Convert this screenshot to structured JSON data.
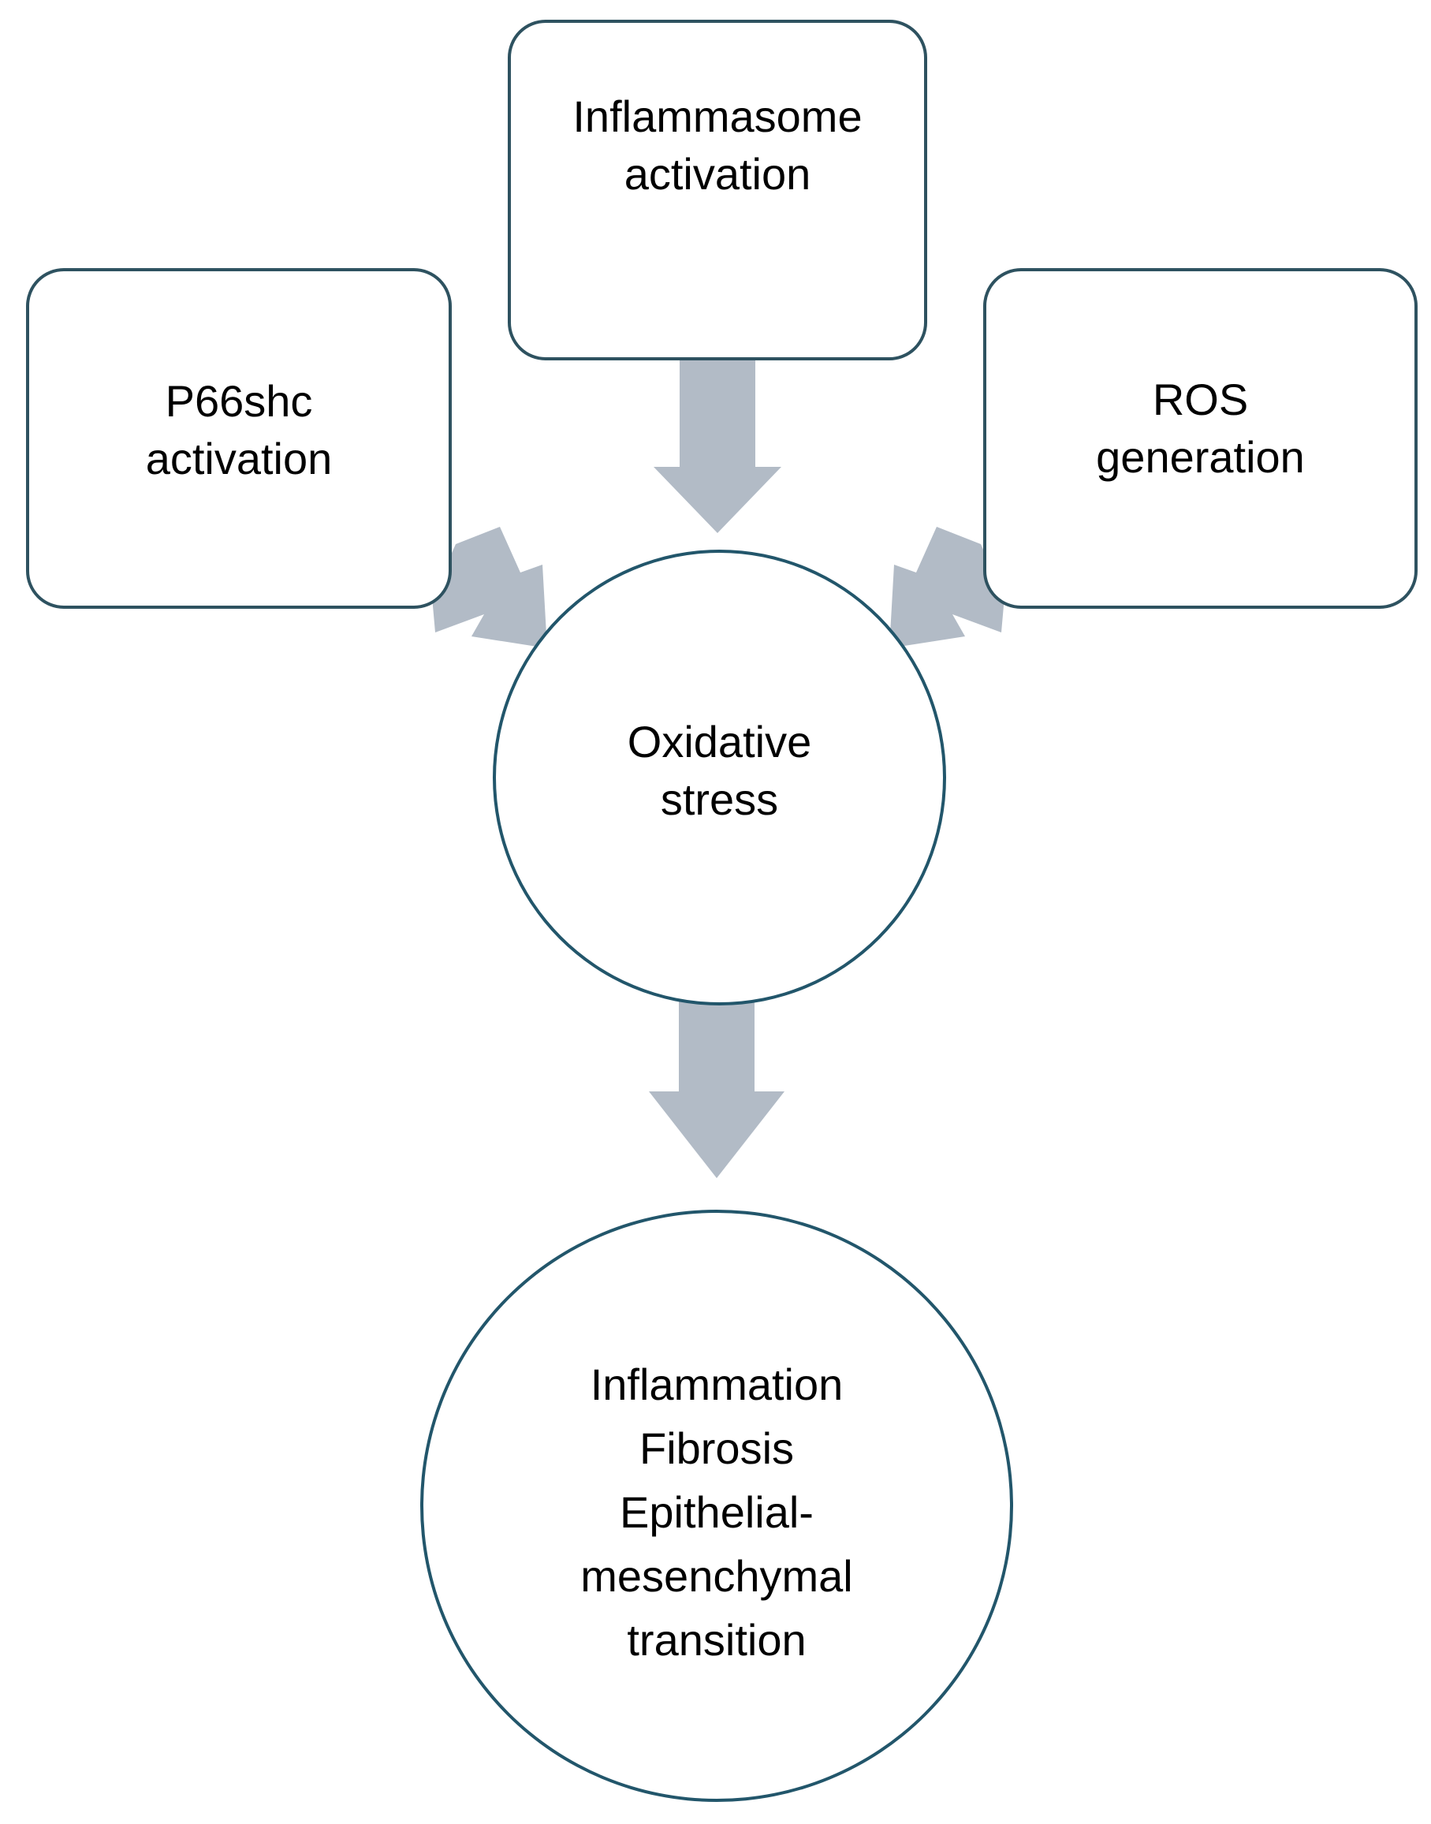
{
  "diagram": {
    "title": "Oxidative stress pathway flow diagram",
    "background_color": "#ffffff",
    "node_border_color": "#2e5260",
    "arrow_color": "#b2bbc6",
    "text_color": "#000000",
    "nodes": {
      "inflammasome": {
        "label": "Inflammasome\nactivation",
        "shape": "rounded-rectangle"
      },
      "p66shc": {
        "label": "P66shc\nactivation",
        "shape": "rounded-rectangle"
      },
      "ros": {
        "label": "ROS\ngeneration",
        "shape": "rounded-rectangle"
      },
      "oxidative_stress": {
        "label": "Oxidative\nstress",
        "shape": "circle"
      },
      "outcomes": {
        "label": "Inflammation\nFibrosis\nEpithelial-\nmesenchymal\ntransition",
        "shape": "circle"
      }
    },
    "arrows": [
      {
        "name": "inflammasome-to-oxidative-stress",
        "from": "inflammasome",
        "to": "oxidative_stress",
        "direction": "down"
      },
      {
        "name": "p66shc-to-oxidative-stress",
        "from": "p66shc",
        "to": "oxidative_stress",
        "direction": "down-right"
      },
      {
        "name": "ros-to-oxidative-stress",
        "from": "ros",
        "to": "oxidative_stress",
        "direction": "down-left"
      },
      {
        "name": "oxidative-stress-to-outcomes",
        "from": "oxidative_stress",
        "to": "outcomes",
        "direction": "down"
      }
    ]
  }
}
